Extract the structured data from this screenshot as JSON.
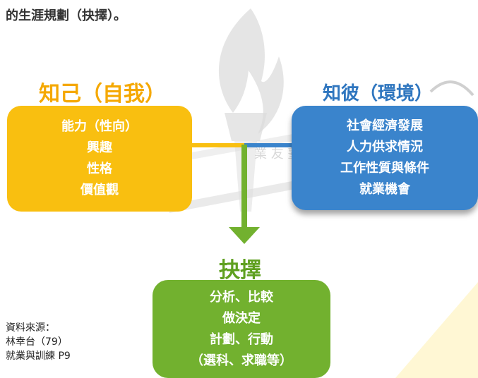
{
  "intro_text": "的生涯規劃（抉擇）。",
  "colors": {
    "self": "#f9bf10",
    "self_text": "#f5a800",
    "other": "#3a84cc",
    "other_text": "#2f76bf",
    "choice": "#72b12f",
    "choice_text": "#5fa020",
    "watermark": "#d9d9d9"
  },
  "self": {
    "heading": "知己（自我）",
    "items": [
      "能力（性向）",
      "興趣",
      "性格",
      "價值觀"
    ]
  },
  "other": {
    "heading": "知彼（環境）",
    "items": [
      "社會經濟發展",
      "人力供求情況",
      "工作性質與條件",
      "就業機會"
    ]
  },
  "choice": {
    "heading": "抉擇",
    "items": [
      "分析、比較",
      "做決定",
      "計劃、行動",
      "（選科、求職等）"
    ]
  },
  "source": {
    "label": "資料來源：",
    "author": "林幸台（79）",
    "reference": "就業與訓練 P9"
  }
}
